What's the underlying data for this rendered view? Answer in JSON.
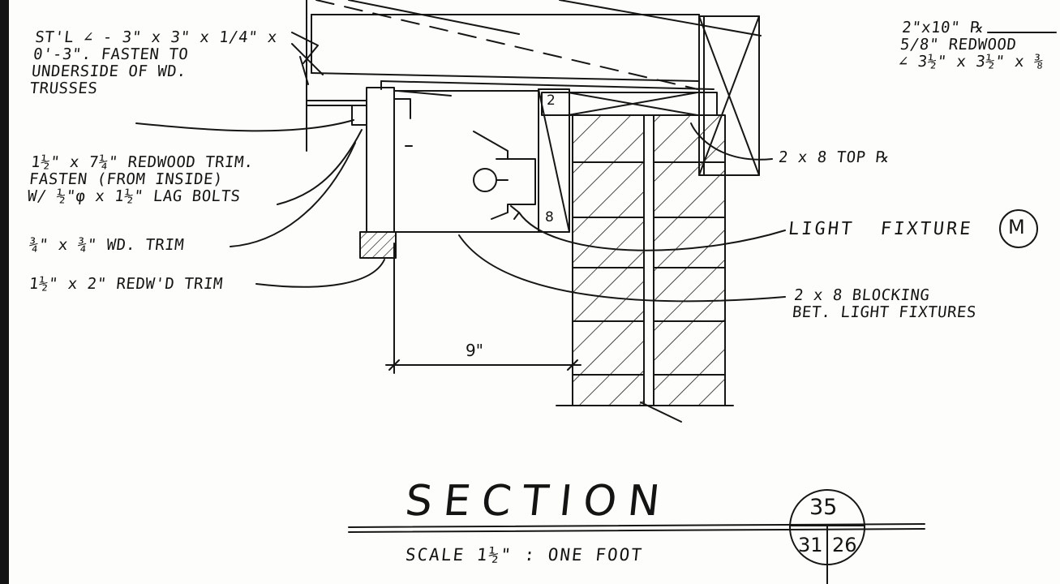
{
  "notes": {
    "steel_angle": "ST'L ∠ - 3\" x 3\" x 1/4\" x\n0'-3\". FASTEN TO\nUNDERSIDE OF WD.\nTRUSSES",
    "redwood_trim": "1½\" x 7¼\" REDWOOD TRIM.\nFASTEN (FROM INSIDE)\nW/ ½\"φ x 1½\" LAG BOLTS",
    "wood_trim": "¾\" x ¾\" WD. TRIM",
    "redwood_trim_small": "1½\" x 2\" REDW'D TRIM",
    "top_plate_ref": "2\"x10\" ℞\n5/8\" REDWOOD\n∠ 3½\" x 3½\" x ⅜",
    "top_plate": "2 x 8 TOP ℞",
    "light_fixture": "LIGHT  FIXTURE",
    "light_fixture_tag": "M",
    "blocking": "2 x 8 BLOCKING\nBET. LIGHT FIXTURES",
    "dimension": "9\"",
    "member_label_top": "2",
    "member_label_bottom": "8"
  },
  "title": {
    "heading": "SECTION",
    "scale": "SCALE  1½\" : ONE FOOT"
  },
  "section_tag": {
    "detail_number": "35",
    "sheet_left": "31",
    "sheet_right": "26"
  }
}
